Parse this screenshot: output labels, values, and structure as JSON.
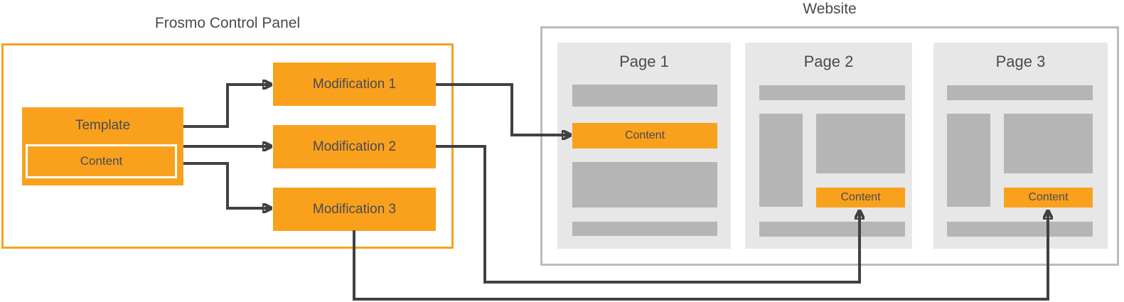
{
  "colors": {
    "orange": "#F9A11D",
    "line": "#414141",
    "text": "#4A4A4F",
    "page-bg": "#E7E7E7",
    "bar": "#B5B5B5",
    "ws-border": "#BBBBBB"
  },
  "control_panel": {
    "title": "Frosmo Control Panel",
    "template": {
      "label": "Template",
      "content_label": "Content"
    },
    "modifications": [
      {
        "label": "Modification 1"
      },
      {
        "label": "Modification 2"
      },
      {
        "label": "Modification 3"
      }
    ]
  },
  "website": {
    "title": "Website",
    "pages": [
      {
        "title": "Page 1",
        "content_label": "Content"
      },
      {
        "title": "Page 2",
        "content_label": "Content"
      },
      {
        "title": "Page 3",
        "content_label": "Content"
      }
    ]
  },
  "connections": [
    {
      "from": "Template",
      "to": "Modification 1"
    },
    {
      "from": "Template",
      "to": "Modification 2"
    },
    {
      "from": "Template",
      "to": "Modification 3"
    },
    {
      "from": "Modification 1",
      "to": "Page 1 Content"
    },
    {
      "from": "Modification 2",
      "to": "Page 2 Content"
    },
    {
      "from": "Modification 3",
      "to": "Page 3 Content"
    }
  ]
}
